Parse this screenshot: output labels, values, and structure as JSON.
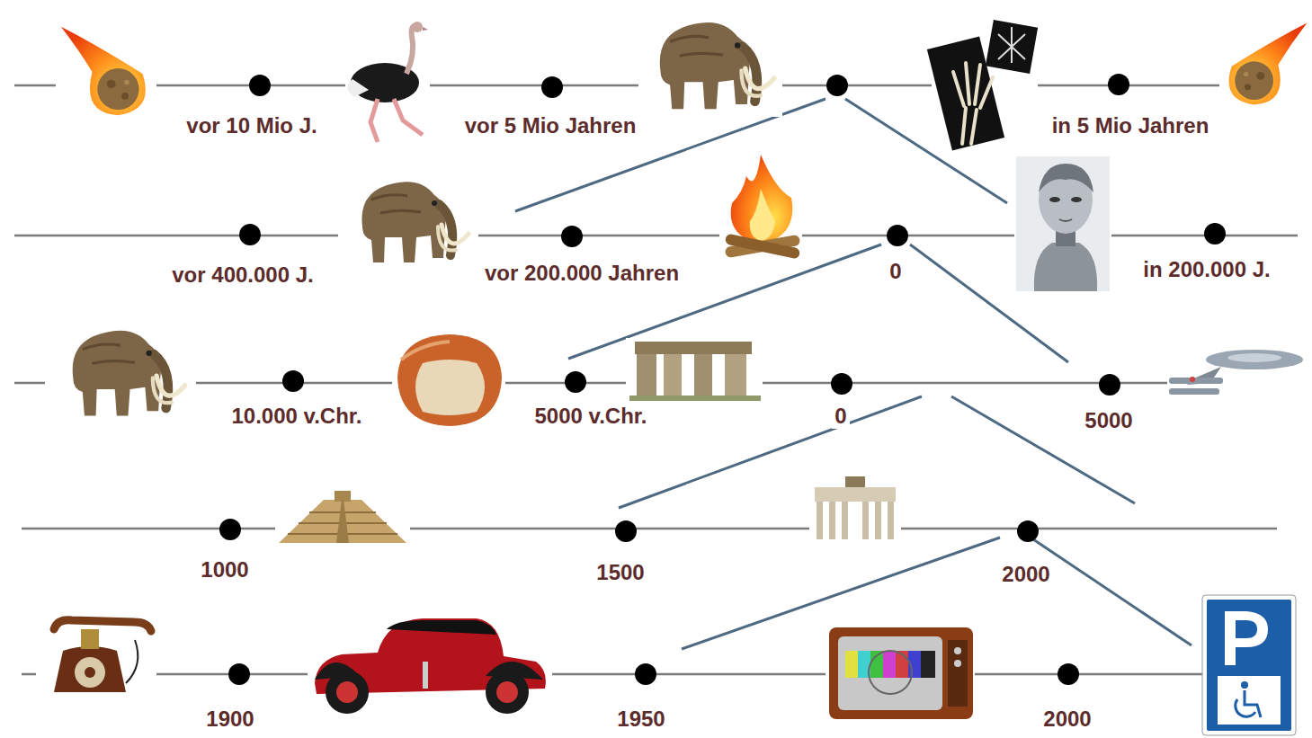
{
  "diagram": {
    "labels": [
      "vor 10 Mio J.",
      "vor 5 Mio Jahren",
      "in 5 Mio Jahren",
      "vor 400.000 J.",
      "vor 200.000 Jahren",
      "0",
      "in 200.000 J.",
      "10.000 v.Chr.",
      "5000 v.Chr.",
      "0",
      "5000",
      "1000",
      "1500",
      "2000",
      "1900",
      "1950",
      "2000"
    ]
  }
}
